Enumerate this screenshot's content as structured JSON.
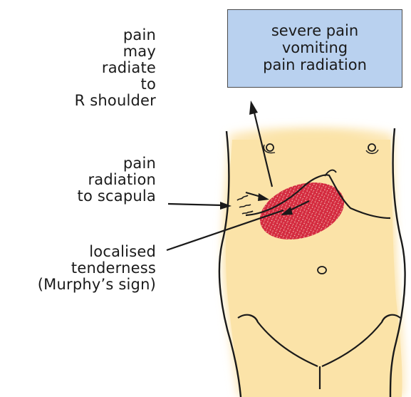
{
  "labels": {
    "shoulder": [
      "pain",
      "may",
      "radiate",
      "to",
      "R shoulder"
    ],
    "scapula": [
      "pain",
      "radiation",
      "to scapula"
    ],
    "tenderness": [
      "localised",
      "tenderness",
      "(Murphy’s sign)"
    ]
  },
  "symptoms_box": {
    "lines": [
      "severe pain",
      "vomiting",
      "pain radiation"
    ]
  },
  "colors": {
    "skin": "#fbe3a8",
    "inflamed_area": "#d42b3f",
    "box_fill": "#b9d1ef",
    "outline": "#1a1a1a"
  }
}
